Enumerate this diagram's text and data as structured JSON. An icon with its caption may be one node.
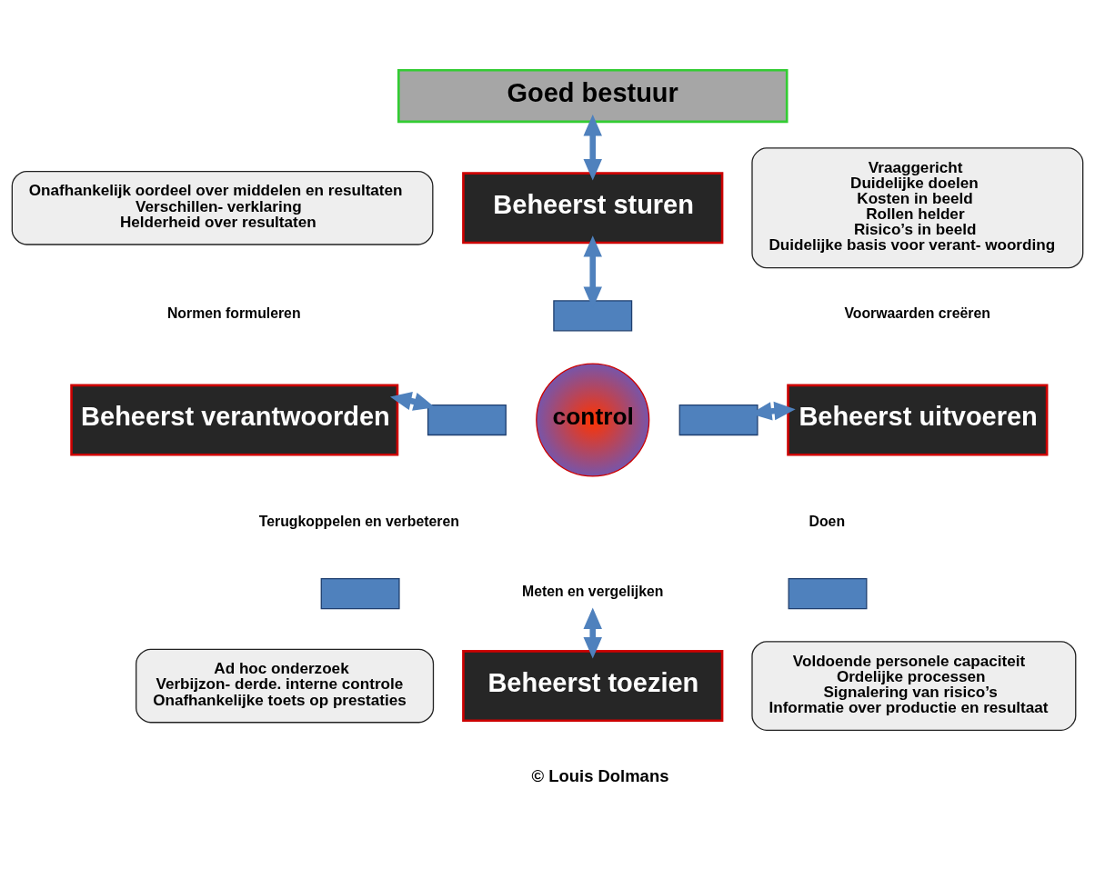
{
  "diagram": {
    "nodes": [
      {
        "text": [
          "Goed bestuur"
        ]
      },
      {
        "text": [
          "Onafhankelijk oordeel over middelen en resultaten",
          "Verschillen- verklaring",
          "Helderheid over resultaten"
        ]
      },
      {
        "text": [
          "Beheerst sturen"
        ]
      },
      {
        "text": [
          "Vraaggericht",
          "Duidelijke doelen",
          "Kosten in beeld",
          "Rollen helder",
          "Risico’s in beeld",
          "Duidelijke basis voor verant- woording"
        ]
      },
      {
        "text": [],
        "shape": "bar"
      },
      {
        "text": [
          "Beheerst verantwoorden"
        ]
      },
      {
        "text": [],
        "shape": "bar"
      },
      {
        "text": [
          "control"
        ]
      },
      {
        "text": [],
        "shape": "bar"
      },
      {
        "text": [
          "Beheerst uitvoeren"
        ]
      },
      {
        "text": [],
        "shape": "bar"
      },
      {
        "text": [],
        "shape": "bar"
      },
      {
        "text": [
          "Meten en vergelijken"
        ]
      },
      {
        "text": [
          "Ad hoc onderzoek",
          "Verbijzon- derde. interne controle",
          "Onafhankelijke toets op prestaties"
        ]
      },
      {
        "text": [
          "Voldoende personele capaciteit",
          "Ordelijke processen",
          "Signalering van risico’s",
          "Informatie over productie en resultaat"
        ]
      },
      {
        "text": [
          "Beheerst toezien"
        ]
      }
    ],
    "edges": [
      {
        "from": 0,
        "to": 2,
        "arrow": "both"
      },
      {
        "from": 2,
        "to": 4,
        "arrow": "both"
      },
      {
        "from": 5,
        "to": 6,
        "arrow": "both"
      },
      {
        "from": 8,
        "to": 9,
        "arrow": "both"
      },
      {
        "from": 12,
        "to": 15,
        "arrow": "both"
      }
    ],
    "labels": [
      "Normen formuleren",
      "Voorwaarden creëren",
      "Terugkoppelen en verbeteren",
      "Doen",
      "© Louis Dolmans"
    ]
  }
}
